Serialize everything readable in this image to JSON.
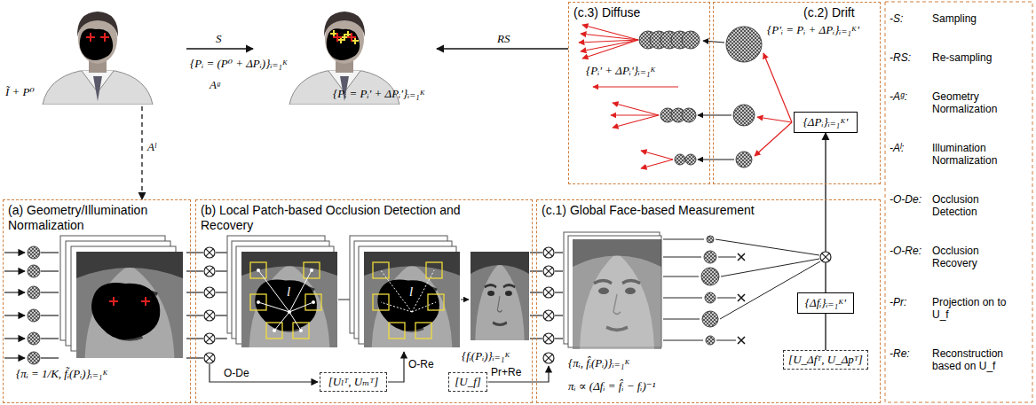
{
  "diagram": {
    "nodes": [
      {
        "text": [
          "Ĩ + P⁰"
        ]
      },
      {
        "text": [
          "{Pᵢ = Pᵢ' + ΔPᵢ'}ᵢ₌₁ᴷ"
        ]
      },
      {
        "text": [
          "(c.3) Diffuse",
          "{Pᵢ' + ΔPᵢ'}ᵢ₌₁ᴷ"
        ]
      },
      {
        "text": [
          "(c.2) Drift",
          "{P'ᵢ = Pᵢ + ΔPᵢ}ᵢ₌₁ᴷ'"
        ]
      },
      {
        "text": [
          "{ΔPᵢ}ᵢ₌₁ᴷ'"
        ],
        "in": 3
      },
      {
        "text": [
          "(a) Geometry/Illumination Normalization",
          "{πᵢ = 1/K, f̃ᵢ(Pᵢ)}ᵢ₌₁ᴷ"
        ]
      },
      {
        "text": [
          "(b) Local Patch-based Occlusion Detection and Recovery",
          "{fᵢ(Pᵢ)}ᵢ₌₁ᴷ"
        ]
      },
      {
        "text": [
          "[Uₗᵀ, Uₘᵀ]"
        ],
        "in": 6
      },
      {
        "text": [
          "[U_f]"
        ],
        "in": 6
      },
      {
        "text": [
          "(c.1) Global Face-based Measurement",
          "{πᵢ, f̂ᵢ(Pᵢ)}ᵢ₌₁ᴷ",
          "πᵢ ∝ (Δfᵢ = f̂ᵢ − fᵢ)⁻¹"
        ]
      },
      {
        "text": [
          "{Δfᵢ}ᵢ₌₁ᴷ'"
        ],
        "in": 9
      },
      {
        "text": [
          "[U_Δfᵀ, U_Δpᵀ]"
        ],
        "in": 9
      }
    ],
    "edges": [
      {
        "from": 0,
        "to": 1,
        "arrow": "to",
        "label": "S"
      },
      {
        "from": 2,
        "to": 1,
        "arrow": "to",
        "label": "RS"
      },
      {
        "from": 0,
        "to": 5,
        "arrow": "to",
        "label": "Aˡ"
      },
      {
        "from": 10,
        "to": 4,
        "arrow": "to"
      },
      {
        "from": 11,
        "to": 10,
        "arrow": "none"
      }
    ],
    "labels": [
      "{Pᵢ = (P⁰ + ΔPᵢ)}ᵢ₌₁ᴷ",
      "Aᵍ",
      "l",
      "l",
      "O-De",
      "O-Re",
      "Pr+Re",
      "-S:",
      "Sampling",
      "-RS:",
      "Re-sampling",
      "-Aᵍ:",
      "Geometry Normalization",
      "-Aˡ:",
      "Illumination Normalization",
      "-O-De:",
      "Occlusion Detection",
      "-O-Re:",
      "Occlusion Recovery",
      "-Pr:",
      "Projection on to U_f",
      "-Re:",
      "Reconstruction based on U_f"
    ]
  }
}
